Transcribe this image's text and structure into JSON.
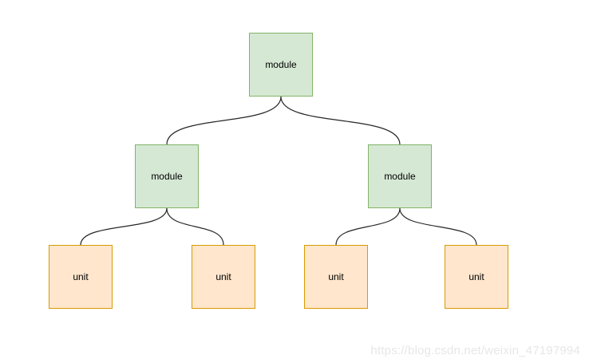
{
  "diagram": {
    "nodes": [
      {
        "id": "module-root",
        "label": "module",
        "type": "module",
        "level": 1
      },
      {
        "id": "module-left",
        "label": "module",
        "type": "module",
        "level": 2
      },
      {
        "id": "module-right",
        "label": "module",
        "type": "module",
        "level": 2
      },
      {
        "id": "unit-1",
        "label": "unit",
        "type": "unit",
        "level": 3
      },
      {
        "id": "unit-2",
        "label": "unit",
        "type": "unit",
        "level": 3
      },
      {
        "id": "unit-3",
        "label": "unit",
        "type": "unit",
        "level": 3
      },
      {
        "id": "unit-4",
        "label": "unit",
        "type": "unit",
        "level": 3
      }
    ],
    "edges": [
      {
        "from": "module-root",
        "to": "module-left"
      },
      {
        "from": "module-root",
        "to": "module-right"
      },
      {
        "from": "module-left",
        "to": "unit-1"
      },
      {
        "from": "module-left",
        "to": "unit-2"
      },
      {
        "from": "module-right",
        "to": "unit-3"
      },
      {
        "from": "module-right",
        "to": "unit-4"
      }
    ],
    "colors": {
      "module_fill": "#d5e8d4",
      "module_border": "#82b366",
      "unit_fill": "#ffe6cc",
      "unit_border": "#d79b00",
      "edge": "#262626"
    }
  },
  "watermark": {
    "text": "https://blog.csdn.net/weixin_47197994",
    "color": "#e7e7e7"
  }
}
